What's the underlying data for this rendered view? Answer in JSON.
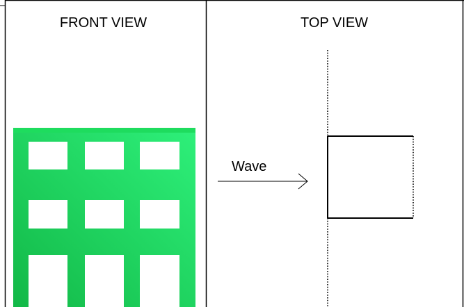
{
  "panels": {
    "front": {
      "title": "FRONT VIEW"
    },
    "top": {
      "title": "TOP VIEW"
    }
  },
  "wave": {
    "label": "Wave"
  },
  "colors": {
    "building_green": "#16c850",
    "building_green_light": "#22e86a",
    "roof_green": "#1edc5e",
    "line": "#000000",
    "background": "#ffffff"
  }
}
